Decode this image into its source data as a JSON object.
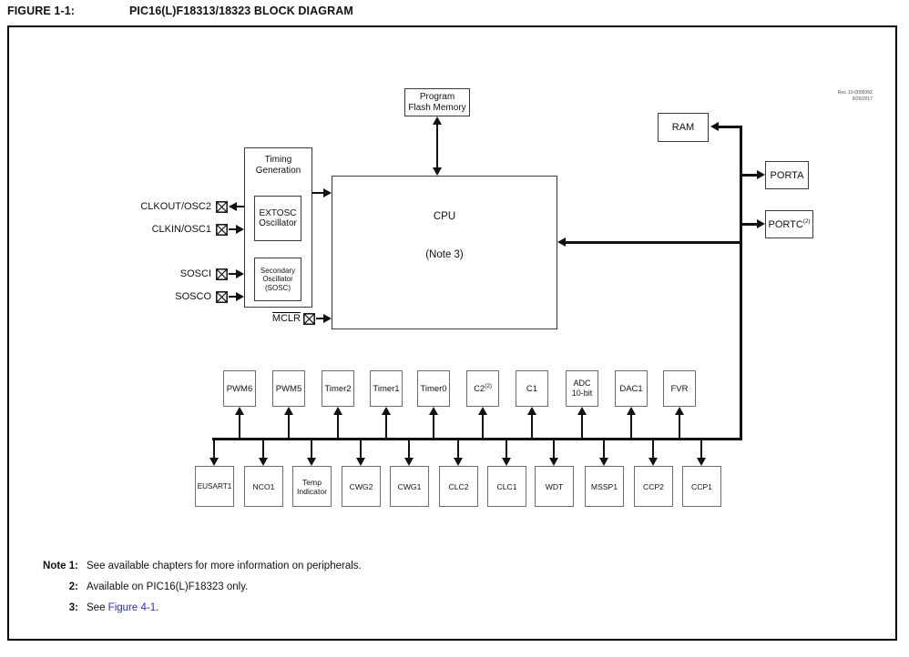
{
  "figure": {
    "label": "FIGURE 1-1:",
    "title": "PIC16(L)F18313/18323 BLOCK DIAGRAM"
  },
  "rev_note": "Rev. 10-000039Z\n9/26/2017",
  "memory": {
    "program_flash": "Program\nFlash Memory",
    "ram": "RAM"
  },
  "cpu": {
    "title": "CPU",
    "note": "(Note 3)"
  },
  "ports": {
    "porta": "PORTA",
    "portc": "PORTC",
    "portc_sup": "(2)"
  },
  "timing": {
    "title": "Timing\nGeneration",
    "extosc": "EXTOSC\nOscillator",
    "sosc": "Secondary\nOscillator\n(SOSC)"
  },
  "pins": {
    "clkout": "CLKOUT/OSC2",
    "clkin": "CLKIN/OSC1",
    "sosci": "SOSCI",
    "sosco": "SOSCO",
    "mclr": "MCLR"
  },
  "peripherals_top": [
    {
      "label": "PWM6",
      "sup": ""
    },
    {
      "label": "PWM5",
      "sup": ""
    },
    {
      "label": "Timer2",
      "sup": ""
    },
    {
      "label": "Timer1",
      "sup": ""
    },
    {
      "label": "Timer0",
      "sup": ""
    },
    {
      "label": "C2",
      "sup": "(2)"
    },
    {
      "label": "C1",
      "sup": ""
    },
    {
      "label": "ADC\n10-bit",
      "sup": ""
    },
    {
      "label": "DAC1",
      "sup": ""
    },
    {
      "label": "FVR",
      "sup": ""
    }
  ],
  "peripherals_bottom": [
    "EUSART1",
    "NCO1",
    "Temp\nIndicator",
    "CWG2",
    "CWG1",
    "CLC2",
    "CLC1",
    "WDT",
    "MSSP1",
    "CCP2",
    "CCP1"
  ],
  "notes": {
    "n1_label": "Note 1:",
    "n1_text": "See available chapters for more information on peripherals.",
    "n2_label": "2:",
    "n2_text": "Available on PIC16(L)F18323 only.",
    "n3_label": "3:",
    "n3_prefix": "See ",
    "n3_link": "Figure 4-1",
    "n3_suffix": "."
  },
  "colors": {
    "link_blue": "#2a2ad6",
    "line_black": "#111111"
  }
}
